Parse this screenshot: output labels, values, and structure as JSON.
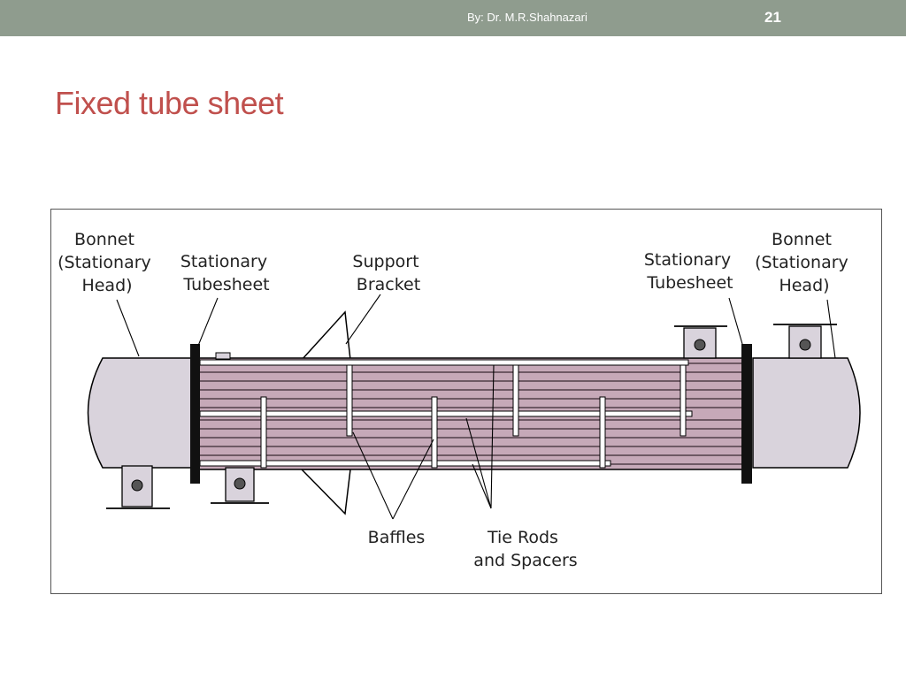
{
  "header": {
    "author": "By: Dr. M.R.Shahnazari",
    "slide_number": "21"
  },
  "title": "Fixed tube sheet",
  "diagram": {
    "labels": {
      "bonnet_left": [
        "Bonnet",
        "(Stationary",
        "Head)"
      ],
      "tubesheet_left": [
        "Stationary",
        "Tubesheet"
      ],
      "support_bracket": [
        "Support",
        "Bracket"
      ],
      "tubesheet_right": [
        "Stationary",
        "Tubesheet"
      ],
      "bonnet_right": [
        "Bonnet",
        "(Stationary",
        "Head)"
      ],
      "baffles": [
        "Baffles"
      ],
      "tie_rods": [
        "Tie Rods",
        "and Spacers"
      ]
    },
    "colors": {
      "shell_fill": "#d9d3dc",
      "tube_fill": "#c6a9b8",
      "outline": "#000000",
      "tubesheet": "#111111"
    }
  }
}
